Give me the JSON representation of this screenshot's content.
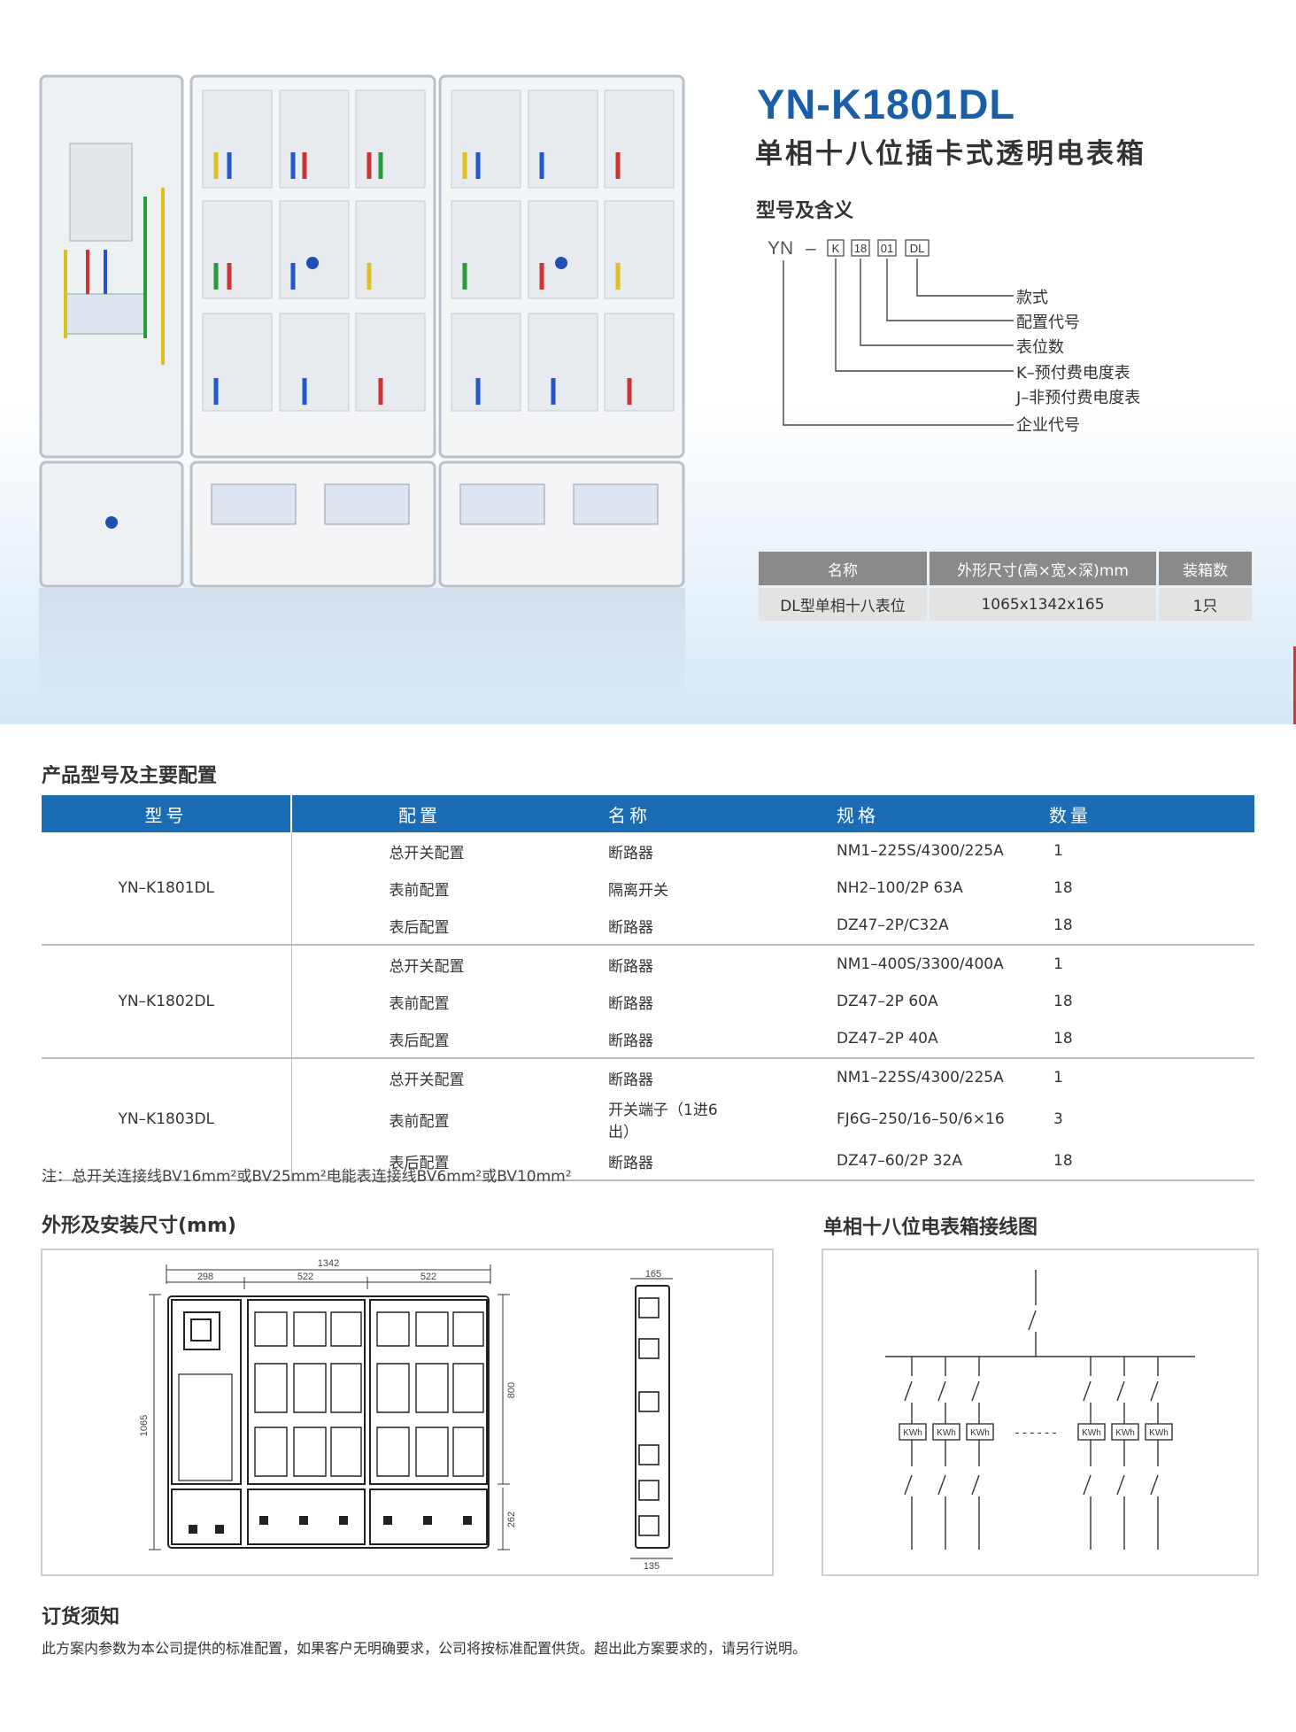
{
  "product": {
    "title": "YN-K1801DL",
    "subtitle": "单相十八位插卡式透明电表箱"
  },
  "model_meaning": {
    "heading": "型号及含义",
    "code_prefix": "YN",
    "code_dash": "–",
    "code_boxes": [
      "K",
      "18",
      "01",
      "DL"
    ],
    "labels": [
      "款式",
      "配置代号",
      "表位数",
      "K–预付费电度表",
      "J–非预付费电度表",
      "企业代号"
    ]
  },
  "spec_table": {
    "headers": [
      "名称",
      "外形尺寸(高×宽×深)mm",
      "装箱数"
    ],
    "row": [
      "DL型单相十八表位",
      "1065x1342x165",
      "1只"
    ]
  },
  "config": {
    "heading": "产品型号及主要配置",
    "headers": [
      "型号",
      "配置",
      "名称",
      "规格",
      "数量"
    ],
    "groups": [
      {
        "model": "YN–K1801DL",
        "rows": [
          [
            "总开关配置",
            "断路器",
            "NM1–225S/4300/225A",
            "1"
          ],
          [
            "表前配置",
            "隔离开关",
            "NH2–100/2P 63A",
            "18"
          ],
          [
            "表后配置",
            "断路器",
            "DZ47–2P/C32A",
            "18"
          ]
        ]
      },
      {
        "model": "YN–K1802DL",
        "rows": [
          [
            "总开关配置",
            "断路器",
            "NM1–400S/3300/400A",
            "1"
          ],
          [
            "表前配置",
            "断路器",
            "DZ47–2P 60A",
            "18"
          ],
          [
            "表后配置",
            "断路器",
            "DZ47–2P 40A",
            "18"
          ]
        ]
      },
      {
        "model": "YN–K1803DL",
        "rows": [
          [
            "总开关配置",
            "断路器",
            "NM1–225S/4300/225A",
            "1"
          ],
          [
            "表前配置",
            "开关端子（1进6出）",
            "FJ6G–250/16–50/6×16",
            "3"
          ],
          [
            "表后配置",
            "断路器",
            "DZ47–60/2P 32A",
            "18"
          ]
        ]
      }
    ],
    "note": "注：总开关连接线BV16mm²或BV25mm²电能表连接线BV6mm²或BV10mm²"
  },
  "dimensions": {
    "heading": "外形及安装尺寸(mm)",
    "total_width": "1342",
    "w_left": "298",
    "w_mid": "522",
    "w_right": "522",
    "height": "1065",
    "h_upper": "800",
    "h_lower": "262",
    "depth": "165",
    "depth_bottom": "135"
  },
  "wiring": {
    "heading": "单相十八位电表箱接线图",
    "meter_label": "KWh",
    "ellipsis": "------"
  },
  "ordering": {
    "heading": "订货须知",
    "text": "此方案内参数为本公司提供的标准配置，如果客户无明确要求，公司将按标准配置供货。超出此方案要求的，请另行说明。"
  },
  "colors": {
    "brand_blue": "#1a5ea8",
    "table_header_blue": "#1a6cb5",
    "spec_header_gray": "#8a8a8a",
    "spec_cell_gray": "#e3e3e3"
  }
}
